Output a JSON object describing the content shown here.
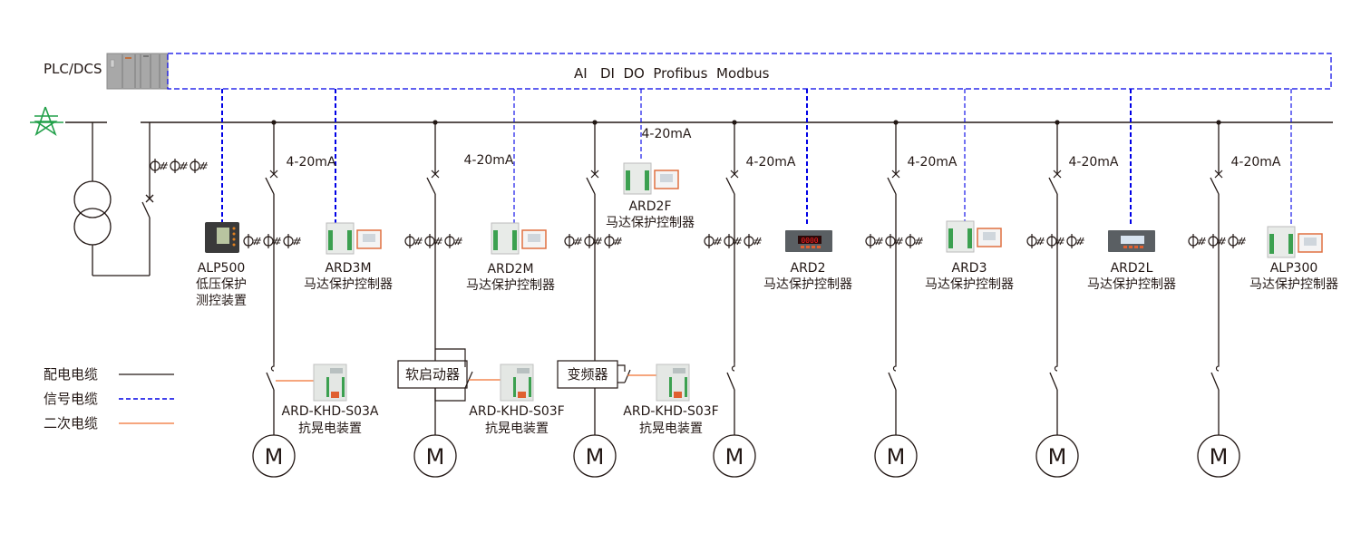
{
  "title": "马达保护控制系统示意图",
  "plc": {
    "label": "PLC/DCS",
    "bus_protocols": "AI   DI  DO  Profibus  Modbus"
  },
  "colors": {
    "power_cable": "#231815",
    "signal_cable": "#0000e6",
    "secondary_cable": "#f07030",
    "grid_icon": "#22a04a"
  },
  "signal_label": "4-20mA",
  "legend": [
    {
      "label": "配电电缆",
      "type": "power"
    },
    {
      "label": "信号电缆",
      "type": "signal"
    },
    {
      "label": "二次电缆",
      "type": "secondary"
    }
  ],
  "incoming": {
    "icon": "power-grid-tower-icon",
    "transformer": "transformer-icon"
  },
  "feeders": [
    {
      "device_model": "ALP500",
      "device_desc": [
        "低压保护",
        "测控装置"
      ],
      "signal_label": "",
      "starter": "",
      "vrd_model": "",
      "vrd_desc": "",
      "motor": ""
    },
    {
      "device_model": "ARD3M",
      "device_desc": [
        "马达保护控制器"
      ],
      "signal_label": "4-20mA",
      "starter": "",
      "vrd_model": "ARD-KHD-S03A",
      "vrd_desc": "抗晃电装置",
      "motor": "M"
    },
    {
      "device_model": "ARD2M",
      "device_desc": [
        "马达保护控制器"
      ],
      "signal_label": "4-20mA",
      "starter": "软启动器",
      "vrd_model": "ARD-KHD-S03F",
      "vrd_desc": "抗晃电装置",
      "motor": "M"
    },
    {
      "device_model": "ARD2F",
      "device_desc": [
        "马达保护控制器"
      ],
      "signal_label": "4-20mA",
      "starter": "变频器",
      "vrd_model": "ARD-KHD-S03F",
      "vrd_desc": "抗晃电装置",
      "motor": "M"
    },
    {
      "device_model": "ARD2",
      "device_desc": [
        "马达保护控制器"
      ],
      "signal_label": "4-20mA",
      "starter": "",
      "vrd_model": "",
      "vrd_desc": "",
      "motor": "M"
    },
    {
      "device_model": "ARD3",
      "device_desc": [
        "马达保护控制器"
      ],
      "signal_label": "4-20mA",
      "starter": "",
      "vrd_model": "",
      "vrd_desc": "",
      "motor": "M"
    },
    {
      "device_model": "ARD2L",
      "device_desc": [
        "马达保护控制器"
      ],
      "signal_label": "4-20mA",
      "starter": "",
      "vrd_model": "",
      "vrd_desc": "",
      "motor": "M"
    },
    {
      "device_model": "ALP300",
      "device_desc": [
        "马达保护控制器"
      ],
      "signal_label": "4-20mA",
      "starter": "",
      "vrd_model": "",
      "vrd_desc": "",
      "motor": "M"
    }
  ]
}
